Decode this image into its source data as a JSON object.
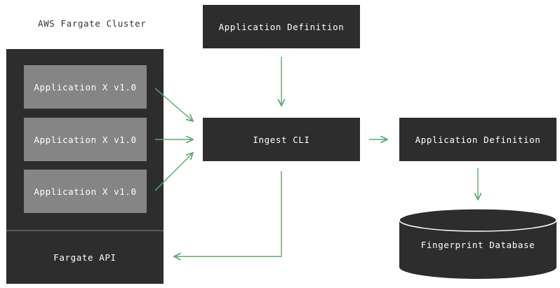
{
  "cluster": {
    "title": "AWS Fargate Cluster",
    "apps": [
      "Application X v1.0",
      "Application X v1.0",
      "Application X v1.0"
    ],
    "api_label": "Fargate API"
  },
  "top_definition": {
    "label": "Application Definition"
  },
  "ingest": {
    "label": "Ingest CLI"
  },
  "right_definition": {
    "label": "Application Definition"
  },
  "database": {
    "label": "Fingerprint Database"
  },
  "colors": {
    "box_dark": "#2d2d2d",
    "box_grey": "#858585",
    "arrow": "#5aa86e"
  }
}
